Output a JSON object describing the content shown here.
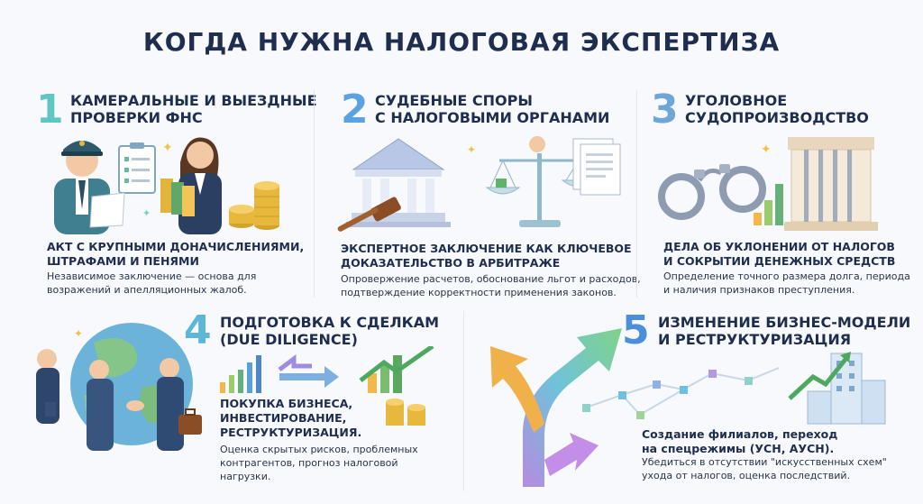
{
  "title": "КОГДА НУЖНА НАЛОГОВАЯ ЭКСПЕРТИЗА",
  "colors": {
    "num1": "#5fc6c2",
    "num2": "#5aa3e0",
    "num3": "#6fa6d8",
    "num4": "#5cb6d6",
    "num5": "#4a8fd8",
    "heading": "#1f2d4e"
  },
  "sections": [
    {
      "number": "1",
      "title_lines": [
        "Камеральные и выездные",
        "проверки ФНС"
      ],
      "subtitle_lines": [
        "Акт с крупными доначислениями,",
        "штрафами и пенями"
      ],
      "desc_lines": [
        "Независимое заключение — основа для",
        "возражений и апелляционных жалоб."
      ]
    },
    {
      "number": "2",
      "title_lines": [
        "Судебные споры",
        "с налоговыми органами"
      ],
      "subtitle_lines": [
        "Экспертное заключение как ключевое",
        "доказательство в арбитраже"
      ],
      "desc_lines": [
        "Опровержение расчетов, обоснование льгот и расходов,",
        "подтверждение корректности применения законов."
      ]
    },
    {
      "number": "3",
      "title_lines": [
        "Уголовное",
        "судопроизводство"
      ],
      "subtitle_lines": [
        "Дела об уклонении от налогов",
        "и сокрытии денежных средств"
      ],
      "desc_lines": [
        "Определение точного размера долга, периода",
        "и наличия признаков преступления."
      ]
    },
    {
      "number": "4",
      "title_lines": [
        "Подготовка к сделкам",
        "(Due Diligence)"
      ],
      "subtitle_lines": [
        "Покупка бизнеса,",
        "инвестирование,",
        "реструктуризация."
      ],
      "desc_lines": [
        "Оценка скрытых рисков, проблемных",
        "контрагентов, прогноз налоговой",
        "нагрузки."
      ]
    },
    {
      "number": "5",
      "title_lines": [
        "Изменение бизнес-модели",
        "и реструктуризация"
      ],
      "subtitle_lines": [
        "Создание филиалов, переход",
        "на спецрежимы (УСН, АУСН)."
      ],
      "desc_lines": [
        "Убедиться в отсутствии \"искусственных схем\"",
        "ухода от налогов, оценка последствий."
      ]
    }
  ],
  "illustrations": [
    "tax-inspector-icon",
    "businesswoman-icon",
    "coin-stack-icon",
    "courthouse-icon",
    "gavel-icon",
    "scales-icon",
    "documents-icon",
    "handcuffs-icon",
    "prison-bars-icon",
    "bar-chart-icon",
    "globe-icon",
    "handshake-icon",
    "briefcase-icon",
    "growth-arrow-icon",
    "network-icon",
    "buildings-icon"
  ]
}
